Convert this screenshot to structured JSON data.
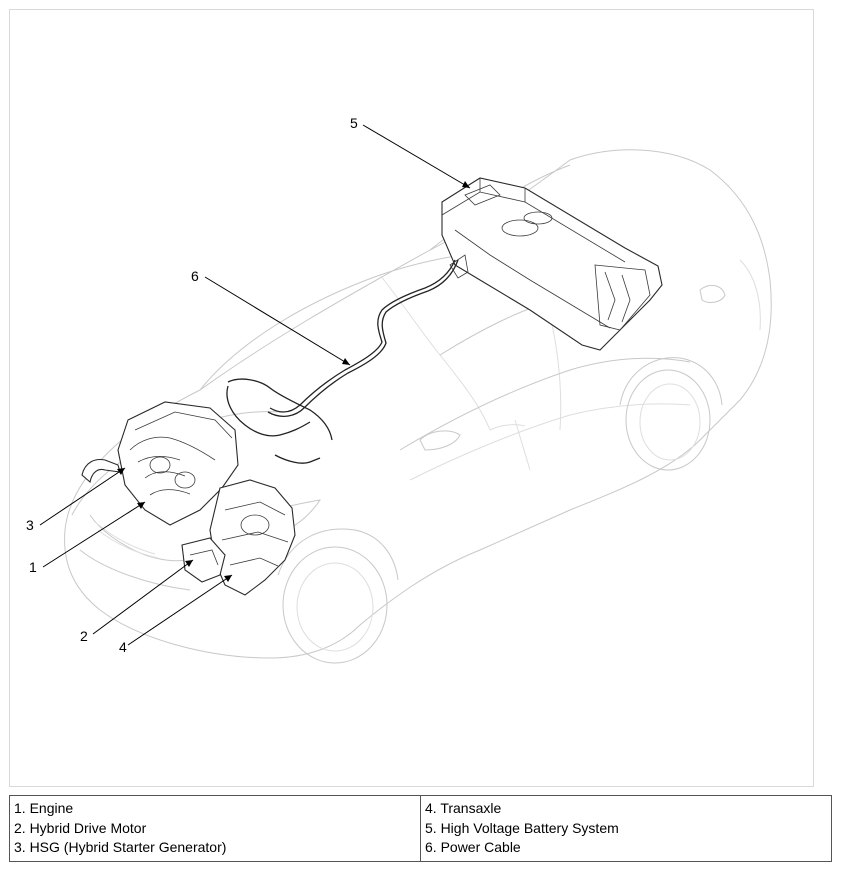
{
  "callouts": {
    "c1": "1",
    "c2": "2",
    "c3": "3",
    "c4": "4",
    "c5": "5",
    "c6": "6"
  },
  "legend": {
    "left": [
      "1. Engine",
      "2. Hybrid Drive Motor",
      "3. HSG (Hybrid Starter Generator)"
    ],
    "right": [
      "4. Transaxle",
      "5. High Voltage Battery System",
      "6. Power Cable"
    ]
  }
}
